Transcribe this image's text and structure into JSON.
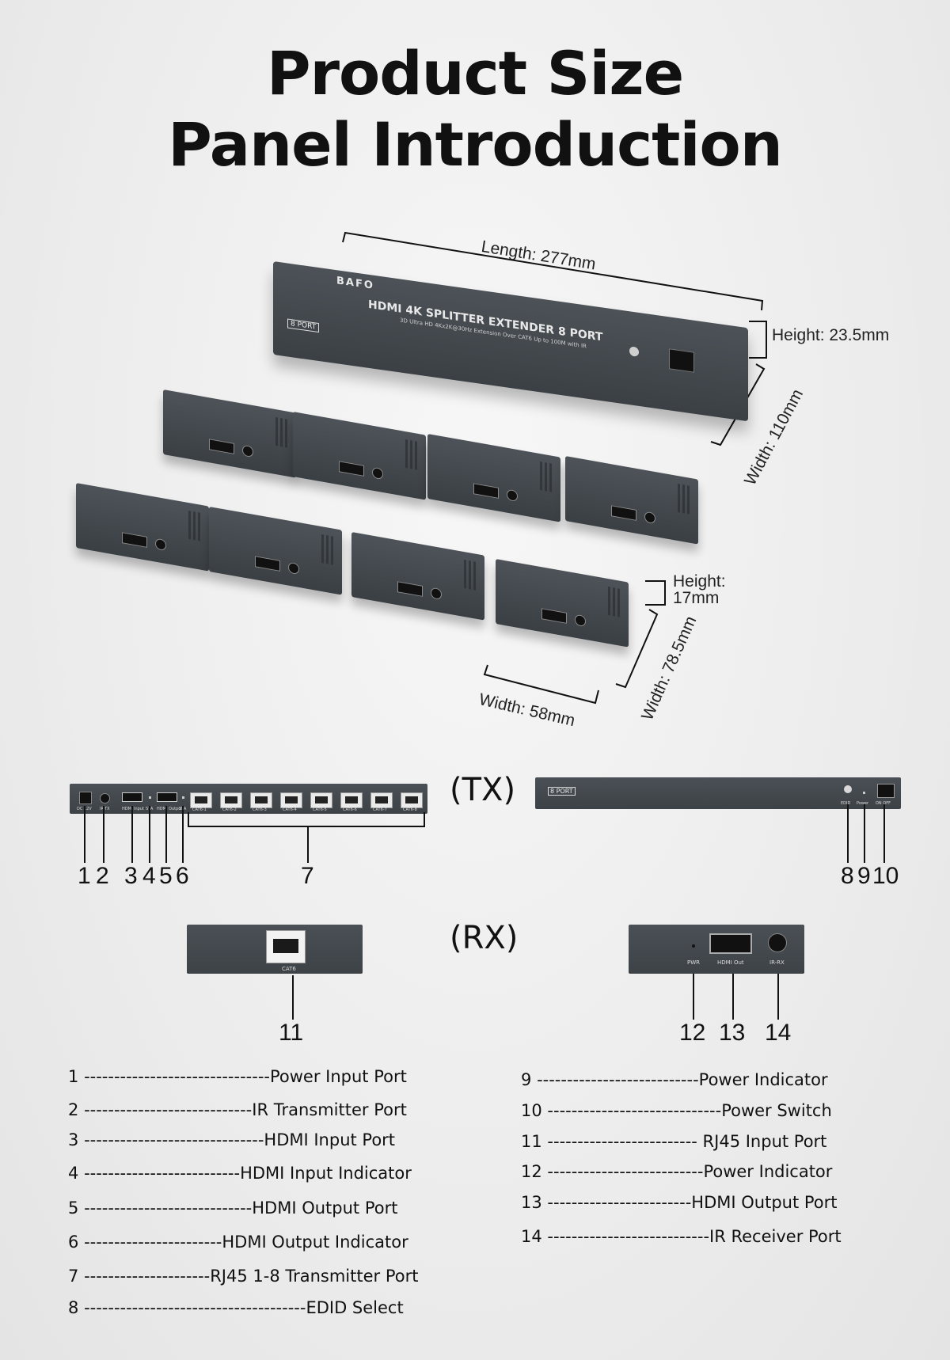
{
  "title": {
    "line1": "Product Size",
    "line2": "Panel Introduction"
  },
  "dimensions": {
    "length": "Length: 277mm",
    "height_tx": "Height: 23.5mm",
    "width_tx": "Width: 110mm",
    "height_rx_1": "Height:",
    "height_rx_2": "17mm",
    "width_rx": "Width: 58mm",
    "depth_rx": "Width: 78.5mm"
  },
  "device": {
    "brand": "BAFO",
    "name": "HDMI 4K SPLITTER EXTENDER 8 PORT",
    "subtitle": "3D Ultra HD 4Kx2K@30Hz Extension Over CAT6 Up to 100M with IR",
    "port_badge": "8 PORT",
    "edid_label": "EDID",
    "power_label": "Power",
    "switch_label": "ON  OFF",
    "rx_labels": {
      "pwr": "PWR",
      "hdmi_out": "HDMI Out",
      "ir_rx": "IR-RX",
      "cat6": "CAT6"
    }
  },
  "tx_rear": {
    "labels": [
      "DC 12V",
      "IR-TX",
      "HDMI Input",
      "STA",
      "HDMI Output",
      "STA"
    ],
    "cat_ports": [
      "CAT6-1",
      "CAT6-2",
      "CAT6-3",
      "CAT6-4",
      "CAT6-5",
      "CAT6-6",
      "CAT6-7",
      "CAT6-8"
    ]
  },
  "sections": {
    "tx": "(TX)",
    "rx": "(RX)"
  },
  "callouts": [
    "1",
    "2",
    "3",
    "4",
    "5",
    "6",
    "7",
    "8",
    "9",
    "10",
    "11",
    "12",
    "13",
    "14"
  ],
  "legend_left": [
    {
      "num": "1",
      "dashes": "-------------------------------",
      "label": "Power Input Port"
    },
    {
      "num": "2",
      "dashes": "----------------------------",
      "label": "IR Transmitter Port"
    },
    {
      "num": "3",
      "dashes": "------------------------------",
      "label": "HDMI Input Port"
    },
    {
      "num": "4",
      "dashes": "--------------------------",
      "label": "HDMI Input Indicator"
    },
    {
      "num": "5",
      "dashes": "----------------------------",
      "label": "HDMI Output Port"
    },
    {
      "num": "6",
      "dashes": "-----------------------",
      "label": "HDMI Output Indicator"
    },
    {
      "num": "7",
      "dashes": "---------------------",
      "label": "RJ45 1-8 Transmitter Port"
    },
    {
      "num": "8",
      "dashes": "-------------------------------------",
      "label": "EDID Select"
    }
  ],
  "legend_right": [
    {
      "num": "9",
      "dashes": "---------------------------",
      "label": "Power Indicator"
    },
    {
      "num": "10",
      "dashes": "-----------------------------",
      "label": "Power Switch"
    },
    {
      "num": "11",
      "dashes": "-------------------------",
      "label": " RJ45 Input Port"
    },
    {
      "num": "12",
      "dashes": "--------------------------",
      "label": "Power Indicator"
    },
    {
      "num": "13",
      "dashes": "------------------------",
      "label": "HDMI Output Port"
    },
    {
      "num": "14",
      "dashes": "---------------------------",
      "label": "IR Receiver Port"
    }
  ]
}
